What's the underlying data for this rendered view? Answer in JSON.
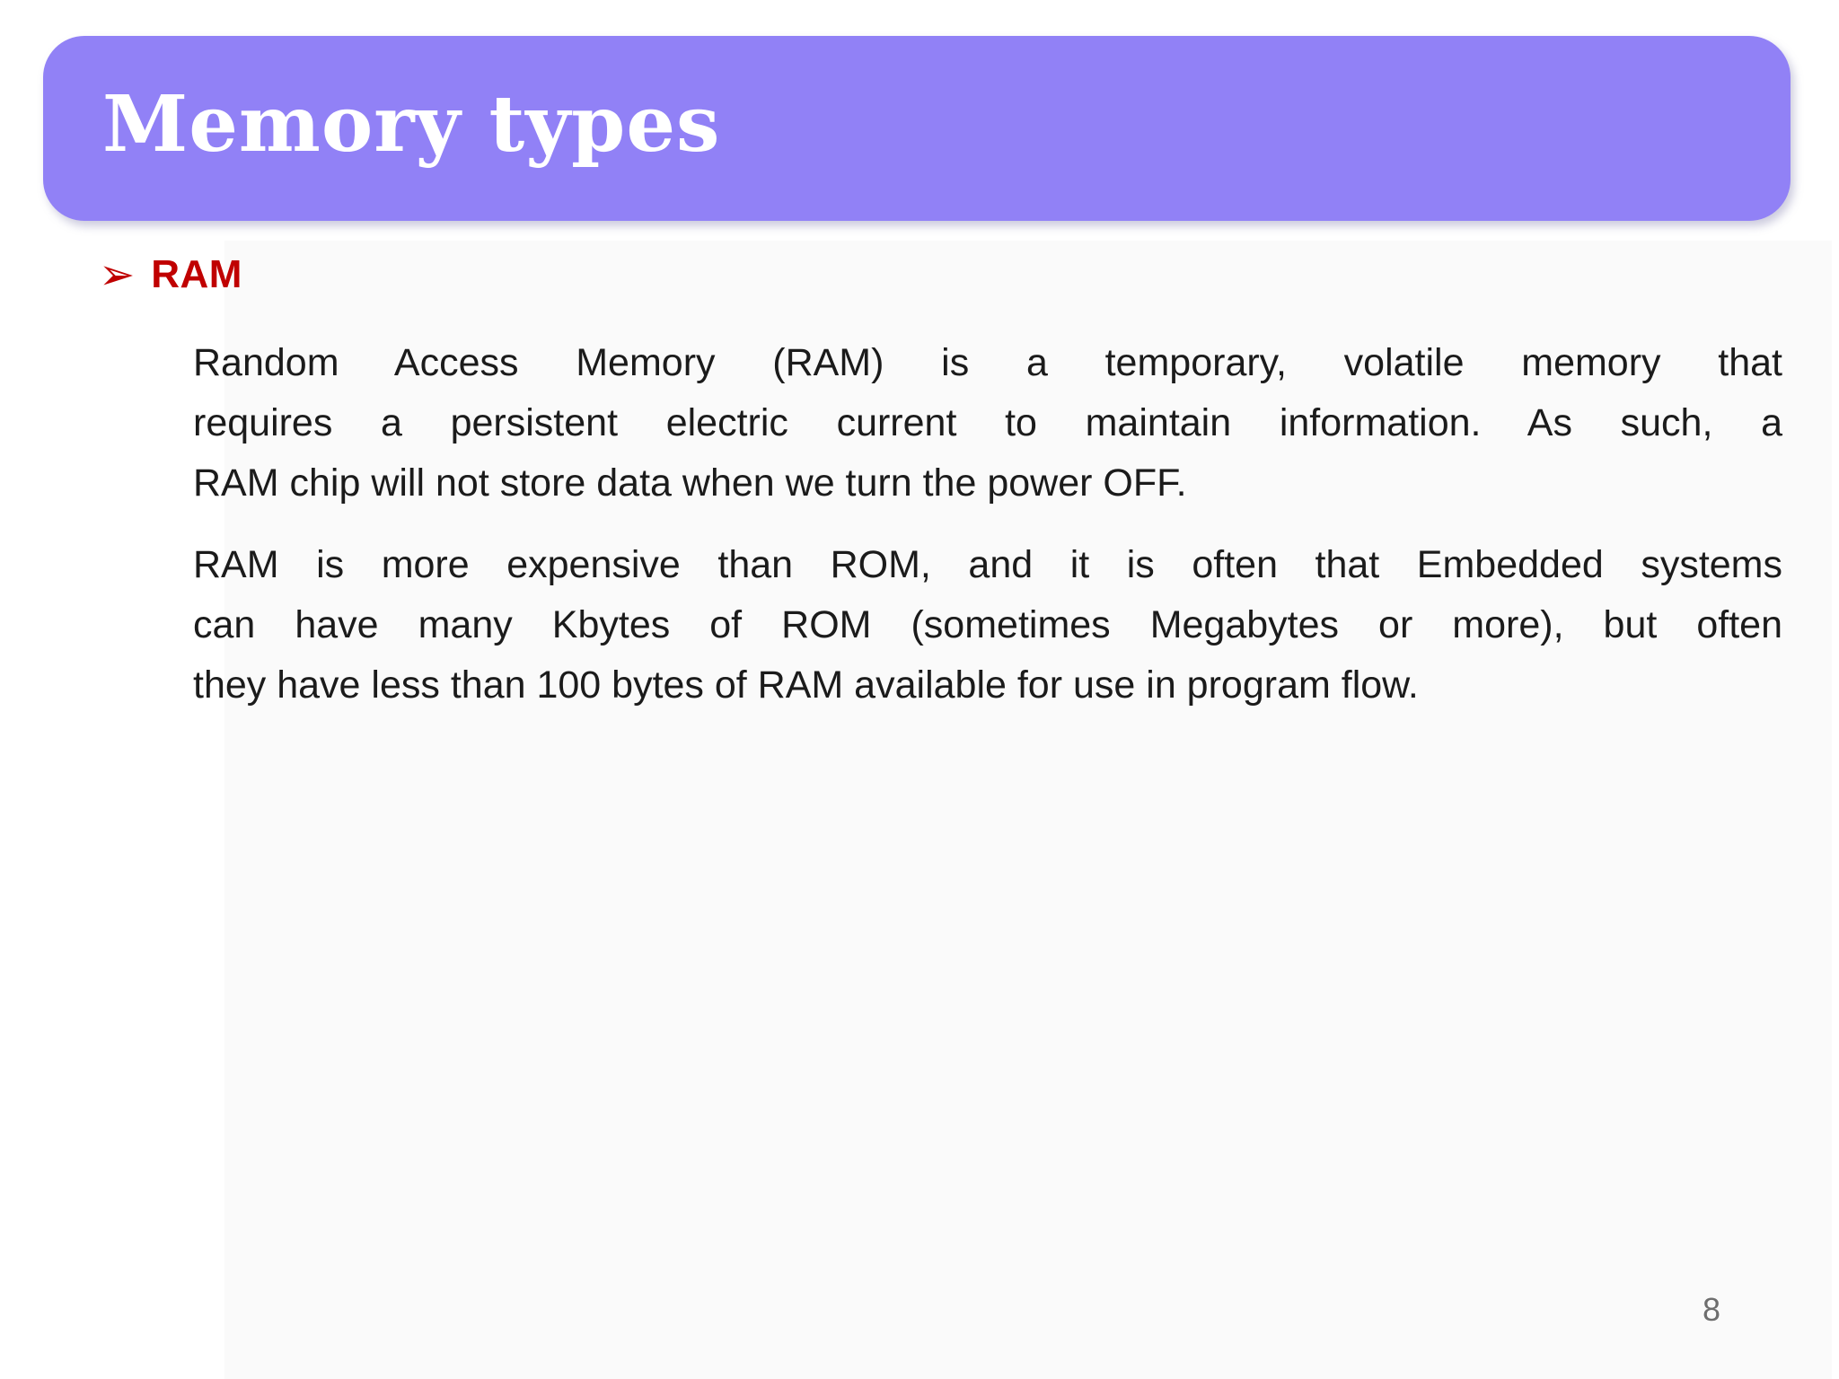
{
  "slide": {
    "title": "Memory types",
    "bullet": {
      "marker": "➢",
      "label": "RAM"
    },
    "paragraphs": [
      {
        "lines": [
          "Random Access Memory (RAM) is a temporary, volatile memory that",
          "requires a persistent electric current to maintain information. As such, a",
          "RAM chip will not store data when we turn the power OFF."
        ]
      },
      {
        "lines": [
          "RAM is more expensive than ROM, and it is often that Embedded systems",
          "can have many Kbytes of ROM (sometimes Megabytes or more), but often",
          "they have less than 100 bytes of RAM available for use in program flow."
        ]
      }
    ],
    "page_number": "8",
    "colors": {
      "header_bg": "#9181F6",
      "accent_red": "#C00000",
      "body_text": "#1b1b1b",
      "title_text": "#FFFFFF",
      "page_number_color": "#6e6e6e",
      "slide_bg": "#FFFFFF"
    }
  }
}
